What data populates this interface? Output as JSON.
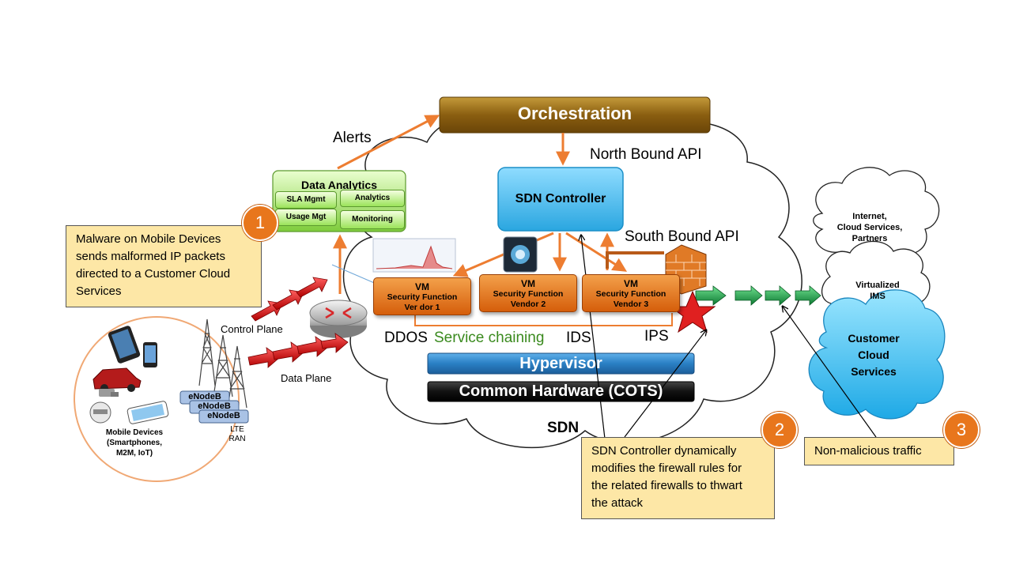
{
  "orchestration": "Orchestration",
  "alerts": "Alerts",
  "north_bound_api": "North Bound API",
  "south_bound_api": "South Bound API",
  "sdn_controller": "SDN Controller",
  "data_analytics": {
    "title": "Data Analytics",
    "cells": [
      "SLA Mgmt",
      "Analytics",
      "Usage Mgt",
      "Monitoring"
    ]
  },
  "vms": [
    {
      "title": "VM",
      "line1": "Security Function",
      "line2": "Ver dor 1"
    },
    {
      "title": "VM",
      "line1": "Security Function",
      "line2": "Vendor 2"
    },
    {
      "title": "VM",
      "line1": "Security Function",
      "line2": "Vendor 3"
    }
  ],
  "ddos": "DDOS",
  "service_chaining": "Service chaining",
  "ids": "IDS",
  "ips": "IPS",
  "hypervisor": "Hypervisor",
  "common_hardware": "Common Hardware (COTS)",
  "sdn": "SDN",
  "control_plane": "Control Plane",
  "data_plane": "Data Plane",
  "enodeb": [
    "eNodeB",
    "eNodeB",
    "eNodeB"
  ],
  "lte_ran": [
    "LTE",
    "RAN"
  ],
  "mobile_devices": [
    "Mobile Devices",
    "(Smartphones,",
    "M2M, IoT)"
  ],
  "internet_cloud": [
    "Internet,",
    "Cloud Services,",
    "Partners"
  ],
  "virtualized_ims": [
    "Virtualized",
    "IMS"
  ],
  "customer_cloud": [
    "Customer",
    "Cloud",
    "Services"
  ],
  "callouts": [
    {
      "number": "1",
      "lines": [
        "Malware on Mobile Devices",
        "sends malformed IP packets",
        "directed to a Customer Cloud",
        "Services"
      ]
    },
    {
      "number": "2",
      "lines": [
        "SDN Controller dynamically",
        "modifies the firewall rules for",
        "the related firewalls to thwart",
        "the attack"
      ]
    },
    {
      "number": "3",
      "lines": [
        "Non-malicious traffic"
      ]
    }
  ],
  "colors": {
    "orange": "#ed7d31",
    "controller_blue": "#3fb7ec",
    "hypervisor_blue": "#2f86c8",
    "analytics_green": "#8fd84c",
    "callout_fill": "#fde7a6",
    "red_arrow": "#e01010",
    "green_arrow": "#1a9a4a",
    "customer_cloud": "#4cc2ef",
    "service_chaining_green": "#3a8a1e"
  }
}
